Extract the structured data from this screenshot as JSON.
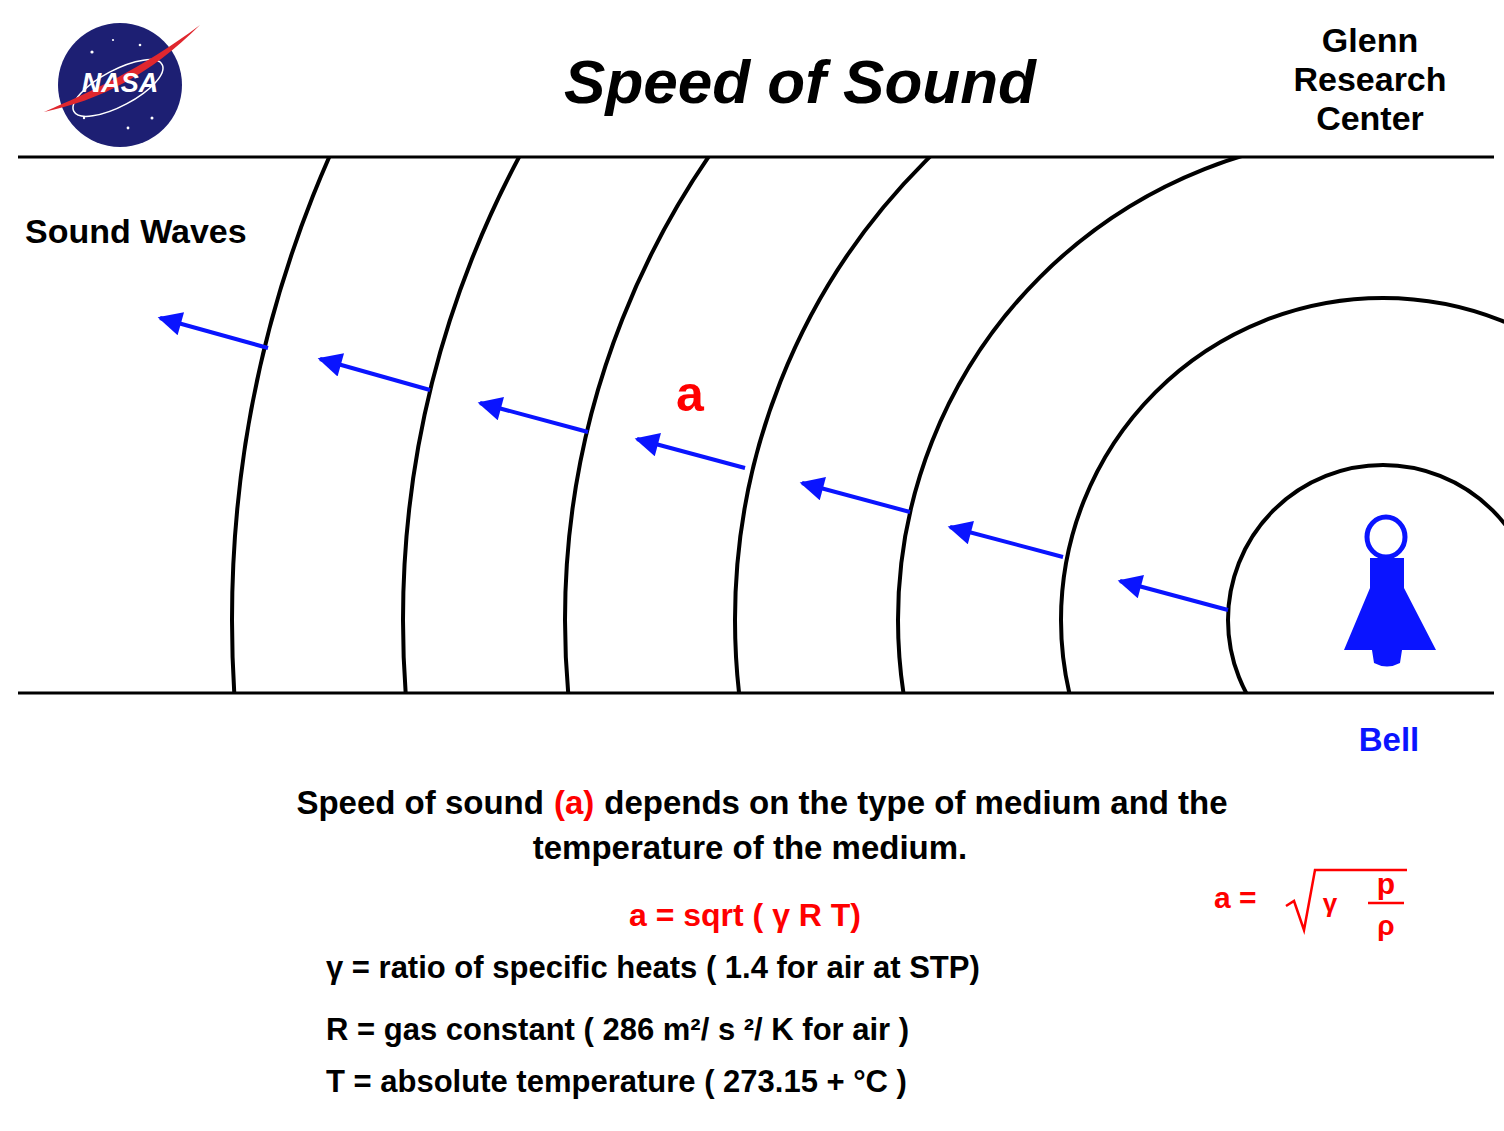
{
  "diagram": {
    "title": "Speed of Sound",
    "labels": [
      "NASA",
      "Glenn Research Center",
      "Sound Waves",
      "a",
      "Bell",
      "Speed of sound",
      "(a)",
      "depends on the type of medium and the",
      "temperature of the medium.",
      "a = sqrt ( γ R T)",
      "a =",
      "γ",
      "p",
      "ρ",
      "γ = ratio of specific heats ( 1.4 for air at STP)",
      "R = gas constant ( 286 m²/ s ²/ K   for air )",
      "T = absolute temperature ( 273.15 + °C )"
    ]
  }
}
